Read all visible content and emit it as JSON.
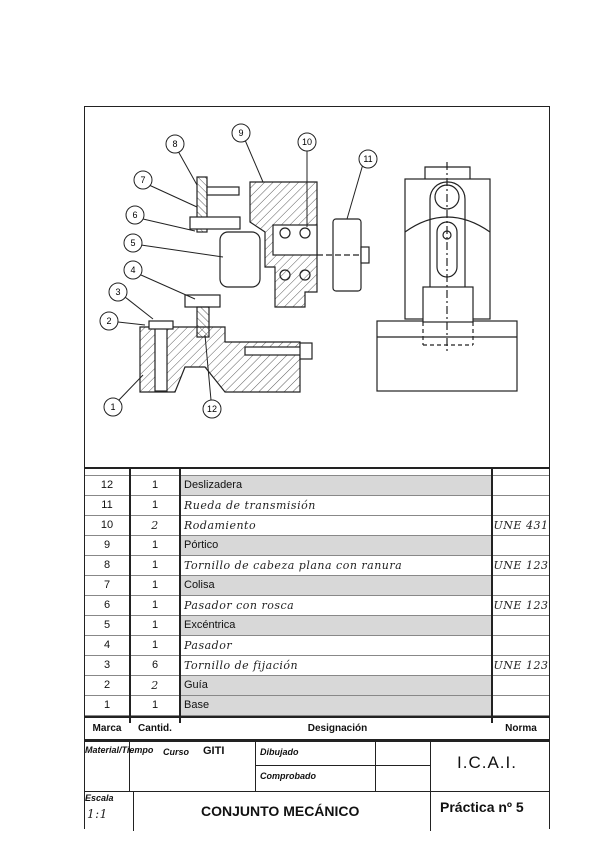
{
  "callouts": [
    "1",
    "2",
    "3",
    "4",
    "5",
    "6",
    "7",
    "8",
    "9",
    "10",
    "11",
    "12"
  ],
  "parts_list": {
    "headers": {
      "marca": "Marca",
      "cantidad": "Cantid.",
      "designacion": "Designación",
      "norma": "Norma"
    },
    "rows": [
      {
        "marca": "12",
        "cantidad": "1",
        "designacion": "Deslizadera",
        "norma": "",
        "handwritten": false
      },
      {
        "marca": "11",
        "cantidad": "1",
        "designacion": "Rueda de transmisión",
        "norma": "",
        "handwritten": true
      },
      {
        "marca": "10",
        "cantidad": "2",
        "designacion": "Rodamiento",
        "norma": "UNE 431",
        "handwritten": true
      },
      {
        "marca": "9",
        "cantidad": "1",
        "designacion": "Pórtico",
        "norma": "",
        "handwritten": false
      },
      {
        "marca": "8",
        "cantidad": "1",
        "designacion": "Tornillo de cabeza plana con ranura",
        "norma": "UNE 123",
        "handwritten": true
      },
      {
        "marca": "7",
        "cantidad": "1",
        "designacion": "Colisa",
        "norma": "",
        "handwritten": false
      },
      {
        "marca": "6",
        "cantidad": "1",
        "designacion": "Pasador con rosca",
        "norma": "UNE 123",
        "handwritten": true
      },
      {
        "marca": "5",
        "cantidad": "1",
        "designacion": "Excéntrica",
        "norma": "",
        "handwritten": false
      },
      {
        "marca": "4",
        "cantidad": "1",
        "designacion": "Pasador",
        "norma": "",
        "handwritten": true
      },
      {
        "marca": "3",
        "cantidad": "6",
        "designacion": "Tornillo de fijación",
        "norma": "UNE 123",
        "handwritten": true
      },
      {
        "marca": "2",
        "cantidad": "2",
        "designacion": "Guía",
        "norma": "",
        "handwritten": false
      },
      {
        "marca": "1",
        "cantidad": "1",
        "designacion": "Base",
        "norma": "",
        "handwritten": false
      }
    ]
  },
  "title_block": {
    "material_label": "Material/Tiempo",
    "curso_label": "Curso",
    "curso_value": "GITI",
    "dibujado_label": "Dibujado",
    "comprobado_label": "Comprobado",
    "institution": "I.C.A.I.",
    "escala_label": "Escala",
    "escala_value": "1:1",
    "title": "CONJUNTO MECÁNICO",
    "practica": "Práctica nº 5"
  }
}
